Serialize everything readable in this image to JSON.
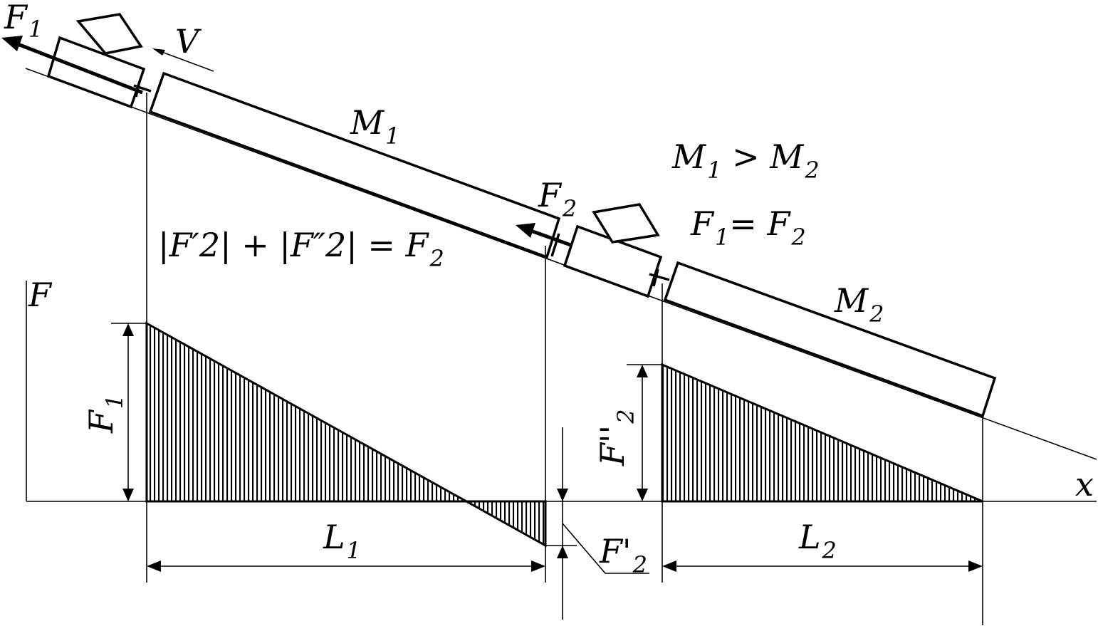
{
  "labels": {
    "f1_top": "F",
    "f1_top_sub": "1",
    "v": "V",
    "m1": "M",
    "m1_sub": "1",
    "m1_gt_m2_a": "M",
    "m1_gt_m2_a_sub": "1",
    "m1_gt_m2_op": " > ",
    "m1_gt_m2_b": "M",
    "m1_gt_m2_b_sub": "2",
    "f2_top": "F",
    "f2_top_sub": "2",
    "f1_eq_f2_a": "F",
    "f1_eq_f2_a_sub": "1",
    "f1_eq_f2_op": "= ",
    "f1_eq_f2_b": "F",
    "f1_eq_f2_b_sub": "2",
    "sum_formula": "|F′2| + |F″2| = F",
    "sum_formula_sub": "2",
    "m2": "M",
    "m2_sub": "2",
    "axis_f": "F",
    "axis_x": "x",
    "f1_dim": "F",
    "f1_dim_sub": "1",
    "f2pp_dim": "F''",
    "f2pp_dim_sub": "2",
    "f2p_dim": "F'",
    "f2p_dim_sub": "2",
    "l1": "L",
    "l1_sub": "1",
    "l2": "L",
    "l2_sub": "2"
  }
}
